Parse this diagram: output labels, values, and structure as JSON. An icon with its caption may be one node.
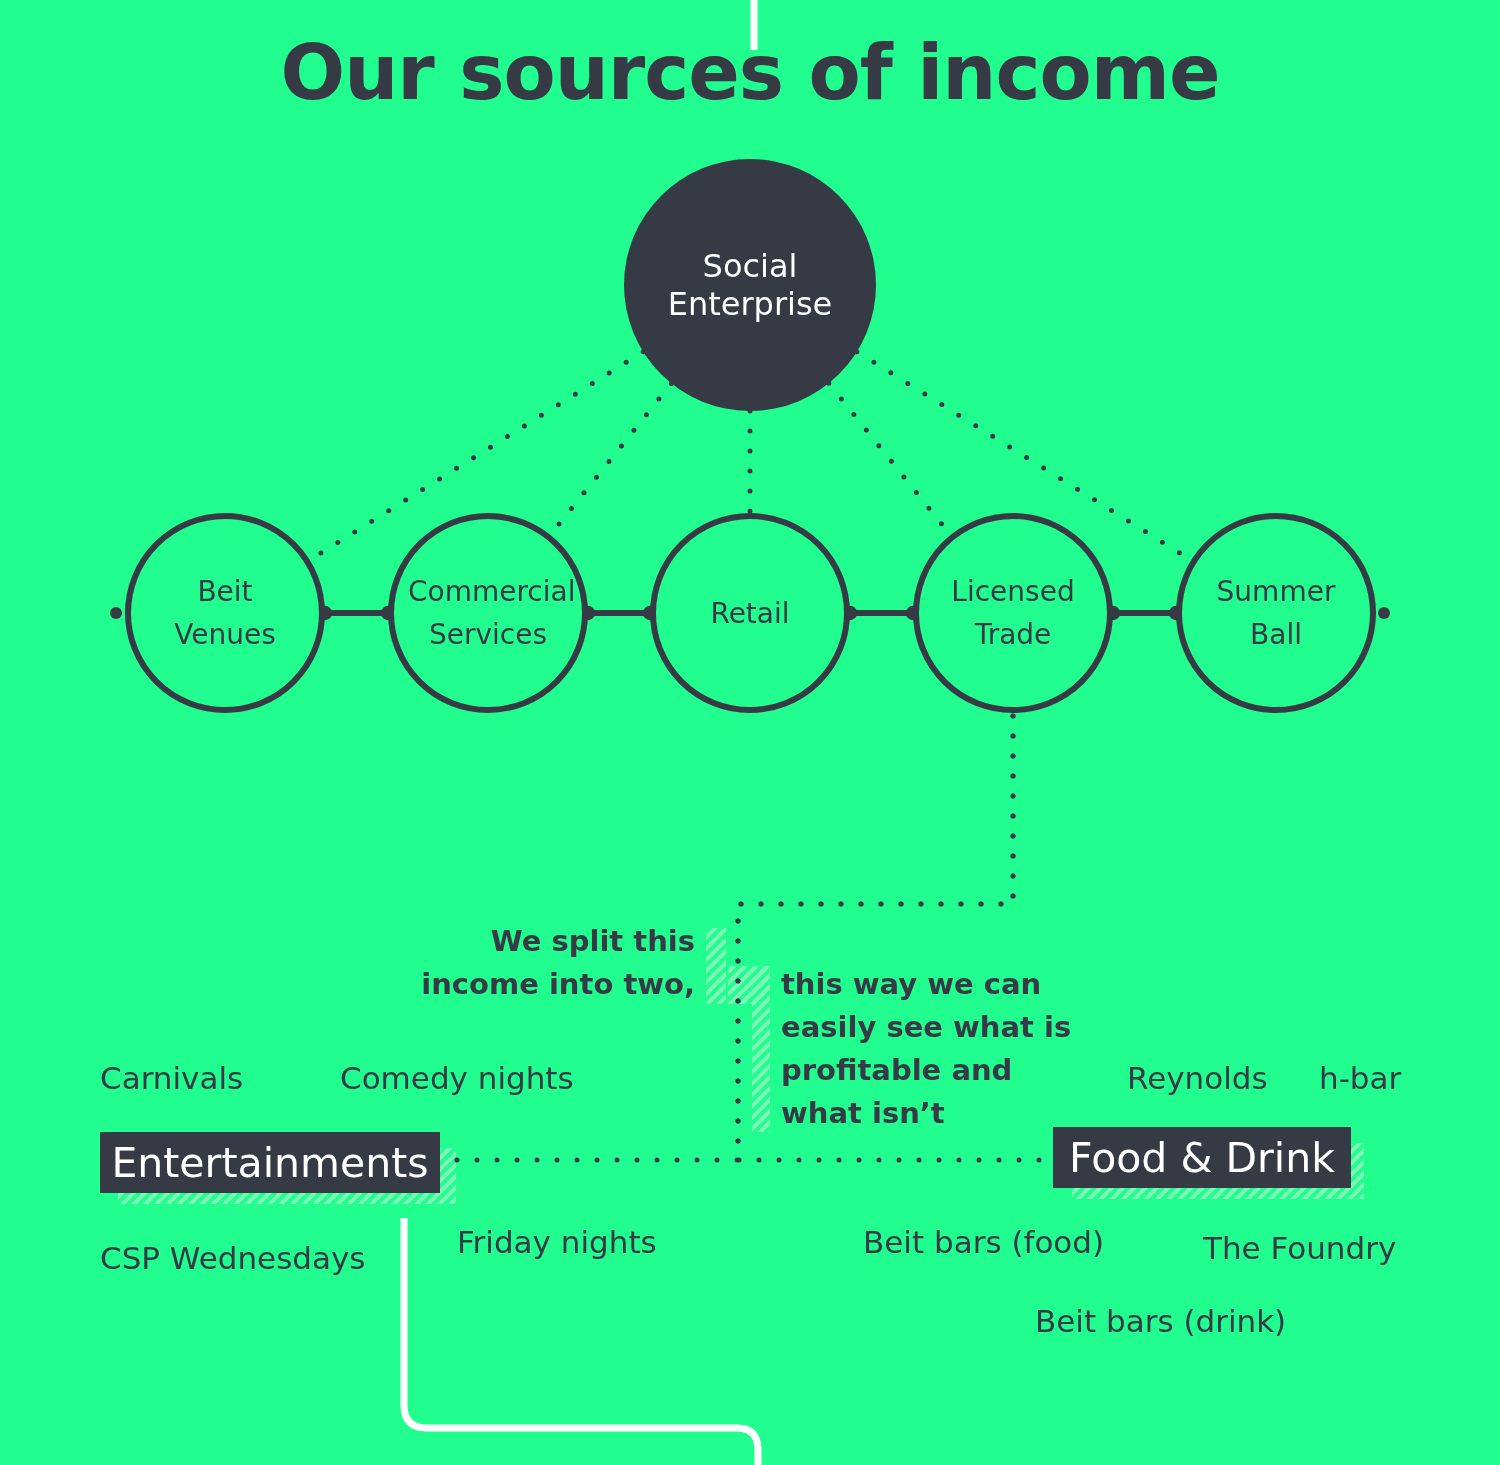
{
  "diagram": {
    "title": "Our sources of income",
    "nodes": [
      {
        "text": [
          "Social Enterprise"
        ]
      },
      {
        "text": [
          "Beit Venues"
        ]
      },
      {
        "text": [
          "Commercial Services"
        ]
      },
      {
        "text": [
          "Retail"
        ]
      },
      {
        "text": [
          "Licensed Trade"
        ]
      },
      {
        "text": [
          "Summer Ball"
        ]
      },
      {
        "text": [
          "Entertainments"
        ]
      },
      {
        "text": [
          "Food & Drink"
        ]
      }
    ],
    "edges": [
      {
        "from": 0,
        "to": 1,
        "arrow": "none",
        "style": "dashed"
      },
      {
        "from": 0,
        "to": 2,
        "arrow": "none",
        "style": "dashed"
      },
      {
        "from": 0,
        "to": 3,
        "arrow": "none",
        "style": "dashed"
      },
      {
        "from": 0,
        "to": 4,
        "arrow": "none",
        "style": "dashed"
      },
      {
        "from": 0,
        "to": 5,
        "arrow": "none",
        "style": "dashed"
      },
      {
        "from": 1,
        "to": 2,
        "arrow": "other"
      },
      {
        "from": 2,
        "to": 3,
        "arrow": "other"
      },
      {
        "from": 3,
        "to": 4,
        "arrow": "other"
      },
      {
        "from": 4,
        "to": 5,
        "arrow": "other"
      },
      {
        "from": 4,
        "to": 6,
        "arrow": "none",
        "style": "dashed"
      },
      {
        "from": 4,
        "to": 7,
        "arrow": "none",
        "style": "dashed"
      }
    ],
    "labels": [
      "We split this income into two,",
      "this way we can easily see what is profitable and what isn’t",
      "Carnivals",
      "Comedy nights",
      "Reynolds",
      "h-bar",
      "CSP Wednesdays",
      "Friday nights",
      "Beit bars (food)",
      "The Foundry",
      "Beit bars (drink)"
    ]
  }
}
